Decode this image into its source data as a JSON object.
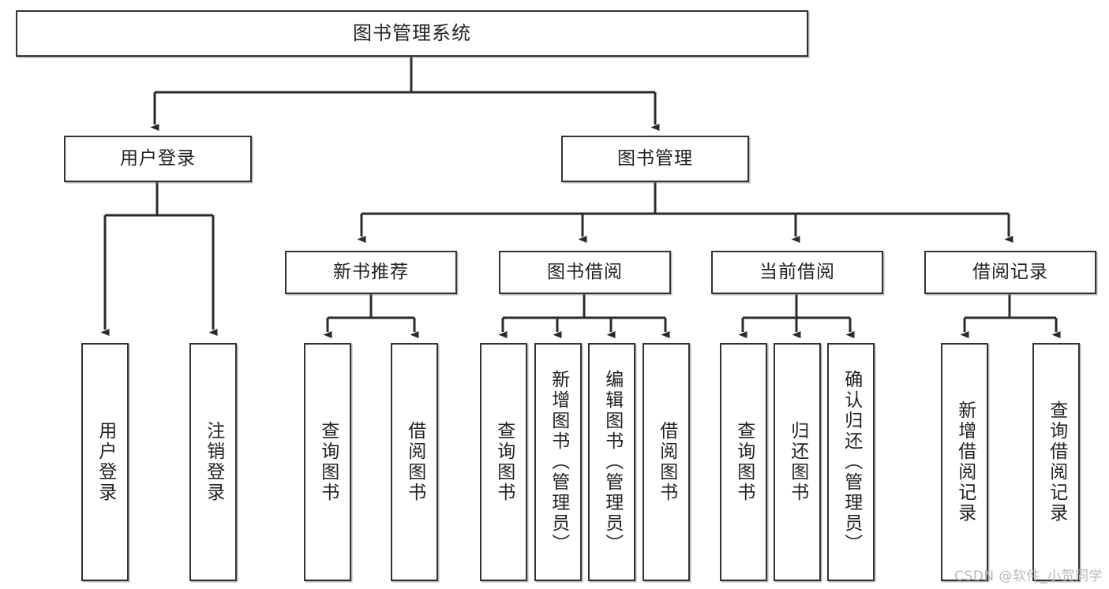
{
  "diagram": {
    "type": "tree",
    "title": "图书管理系统",
    "watermark": "CSDN @软件_小贺同学",
    "colors": {
      "background": "#ffffff",
      "box_border": "#333333",
      "box_fill": "#ffffff",
      "connector": "#2b2b2b",
      "text": "#222222",
      "watermark": "#b9b9b9"
    },
    "nodes": {
      "root": {
        "id": "root",
        "label": "图书管理系统",
        "level": 0
      },
      "login": {
        "id": "login",
        "label": "用户登录",
        "level": 1
      },
      "book_mgmt": {
        "id": "book_mgmt",
        "label": "图书管理",
        "level": 1
      },
      "new_book_rec": {
        "id": "new_book_rec",
        "label": "新书推荐",
        "level": 2
      },
      "book_borrow": {
        "id": "book_borrow",
        "label": "图书借阅",
        "level": 2
      },
      "current_borrow": {
        "id": "current_borrow",
        "label": "当前借阅",
        "level": 2
      },
      "borrow_record": {
        "id": "borrow_record",
        "label": "借阅记录",
        "level": 2
      },
      "leaf_user_login": {
        "id": "leaf_user_login",
        "label": "用户登录",
        "level": 3
      },
      "leaf_logout": {
        "id": "leaf_logout",
        "label": "注销登录",
        "level": 3
      },
      "leaf_query_book_1": {
        "id": "leaf_query_book_1",
        "label": "查询图书",
        "level": 3
      },
      "leaf_borrow_book_1": {
        "id": "leaf_borrow_book_1",
        "label": "借阅图书",
        "level": 3
      },
      "leaf_query_book_2": {
        "id": "leaf_query_book_2",
        "label": "查询图书",
        "level": 3
      },
      "leaf_add_book": {
        "id": "leaf_add_book",
        "label": "新增图书（管理员）",
        "level": 3
      },
      "leaf_edit_book": {
        "id": "leaf_edit_book",
        "label": "编辑图书（管理员）",
        "level": 3
      },
      "leaf_borrow_book_2": {
        "id": "leaf_borrow_book_2",
        "label": "借阅图书",
        "level": 3
      },
      "leaf_query_book_3": {
        "id": "leaf_query_book_3",
        "label": "查询图书",
        "level": 3
      },
      "leaf_return_book": {
        "id": "leaf_return_book",
        "label": "归还图书",
        "level": 3
      },
      "leaf_confirm_return": {
        "id": "leaf_confirm_return",
        "label": "确认归还（管理员）",
        "level": 3
      },
      "leaf_add_record": {
        "id": "leaf_add_record",
        "label": "新增借阅记录",
        "level": 3
      },
      "leaf_query_record": {
        "id": "leaf_query_record",
        "label": "查询借阅记录",
        "level": 3
      }
    },
    "edges": [
      {
        "from": "root",
        "to": "login"
      },
      {
        "from": "root",
        "to": "book_mgmt"
      },
      {
        "from": "login",
        "to": "leaf_user_login"
      },
      {
        "from": "login",
        "to": "leaf_logout"
      },
      {
        "from": "book_mgmt",
        "to": "new_book_rec"
      },
      {
        "from": "book_mgmt",
        "to": "book_borrow"
      },
      {
        "from": "book_mgmt",
        "to": "current_borrow"
      },
      {
        "from": "book_mgmt",
        "to": "borrow_record"
      },
      {
        "from": "new_book_rec",
        "to": "leaf_query_book_1"
      },
      {
        "from": "new_book_rec",
        "to": "leaf_borrow_book_1"
      },
      {
        "from": "book_borrow",
        "to": "leaf_query_book_2"
      },
      {
        "from": "book_borrow",
        "to": "leaf_add_book"
      },
      {
        "from": "book_borrow",
        "to": "leaf_edit_book"
      },
      {
        "from": "book_borrow",
        "to": "leaf_borrow_book_2"
      },
      {
        "from": "current_borrow",
        "to": "leaf_query_book_3"
      },
      {
        "from": "current_borrow",
        "to": "leaf_return_book"
      },
      {
        "from": "current_borrow",
        "to": "leaf_confirm_return"
      },
      {
        "from": "borrow_record",
        "to": "leaf_add_record"
      },
      {
        "from": "borrow_record",
        "to": "leaf_query_record"
      }
    ]
  }
}
